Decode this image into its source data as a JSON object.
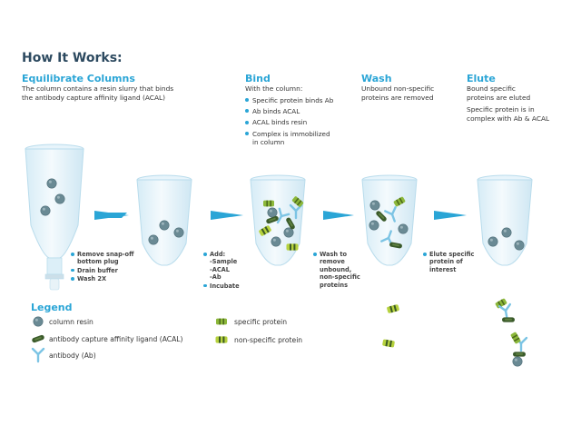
{
  "page": {
    "title": "How It Works:"
  },
  "stages": [
    {
      "title": "Equilibrate Columns",
      "text": [
        "The column contains a resin slurry that binds",
        "the antibody capture affinity ligand (ACAL)"
      ]
    },
    {
      "title": "Bind",
      "text": [
        "With the column:"
      ],
      "bullets": [
        "Specific protein binds Ab",
        "Ab binds ACAL",
        "ACAL binds resin",
        "Complex is immobilized",
        "in column"
      ]
    },
    {
      "title": "Wash",
      "text": [
        "Unbound non-specific",
        "proteins are removed"
      ]
    },
    {
      "title": "Elute",
      "text": [
        "Bound specific",
        "proteins are eluted",
        "Specific protein is in",
        "complex with Ab & ACAL"
      ]
    }
  ],
  "step_notes": {
    "step1": [
      "Remove snap-off",
      "bottom plug",
      "Drain buffer",
      "Wash 2X"
    ],
    "step2": [
      "Add:",
      "-Sample",
      "-ACAL",
      "-Ab",
      "Incubate"
    ],
    "step3": [
      "Wash to",
      "remove",
      "unbound,",
      "non-specific",
      "proteins"
    ],
    "step4": [
      "Elute specific",
      "protein of",
      "interest"
    ]
  },
  "legend": {
    "title": "Legend",
    "items": [
      {
        "label": "column resin",
        "icon": "resin-bead-icon"
      },
      {
        "label": "antibody capture affinity ligand (ACAL)",
        "icon": "acal-icon"
      },
      {
        "label": "antibody (Ab)",
        "icon": "antibody-icon"
      },
      {
        "label": "specific protein",
        "icon": "specific-protein-icon"
      },
      {
        "label": "non-specific protein",
        "icon": "nonspecific-protein-icon"
      }
    ]
  },
  "colors": {
    "heading": "#2d4a60",
    "accent": "#2aa5d6",
    "arrow": "#2aa5d6",
    "resin": "#6a8a94",
    "acal": "#3a5a2a",
    "antibody": "#7cc4e4",
    "specific_protein": "#8cb83a",
    "tube_fill": "#e7f4fb",
    "tube_stroke": "#b9dcec"
  }
}
